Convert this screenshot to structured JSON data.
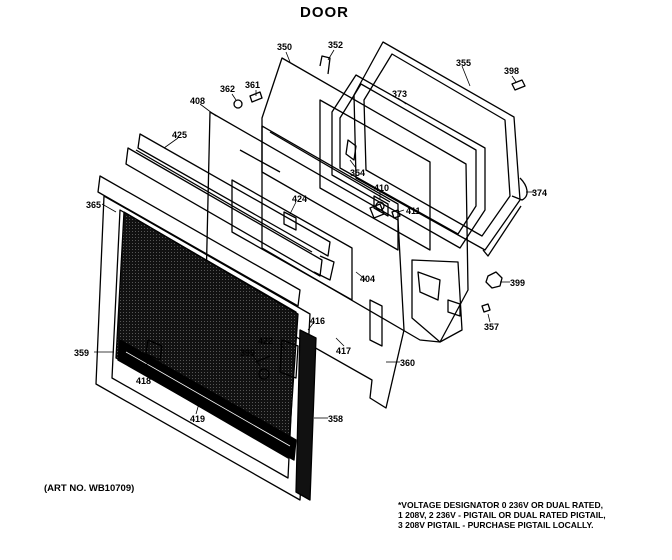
{
  "title": "DOOR",
  "art_no": "(ART NO. WB10709)",
  "voltage_note": [
    "*VOLTAGE DESIGNATOR 0 236V OR DUAL RATED,",
    "1 208V, 2 236V - PIGTAIL OR DUAL RATED PIGTAIL,",
    "3 208V PIGTAIL - PURCHASE PIGTAIL LOCALLY."
  ],
  "part_labels": {
    "p350": "350",
    "p352": "352",
    "p355": "355",
    "p398": "398",
    "p361": "361",
    "p362": "362",
    "p408": "408",
    "p373": "373",
    "p425": "425",
    "p354": "354",
    "p410": "410",
    "p374": "374",
    "p365": "365",
    "p424": "424",
    "p411": "411",
    "p404": "404",
    "p399": "399",
    "p357": "357",
    "p416": "416",
    "p422": "422",
    "p359": "359",
    "p399b": "399",
    "p417": "417",
    "p360": "360",
    "p418": "418",
    "p419": "419",
    "p358": "358"
  },
  "colors": {
    "ink": "#000000",
    "paper": "#ffffff",
    "window": "#1a1a1a"
  }
}
